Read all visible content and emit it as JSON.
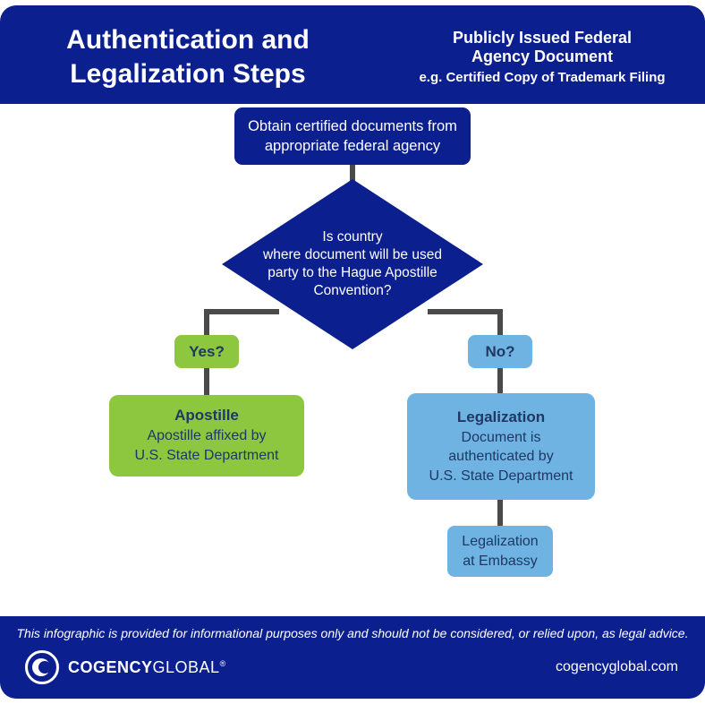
{
  "header": {
    "title_line1": "Authentication and",
    "title_line2": "Legalization Steps",
    "doc_type_line1": "Publicly Issued Federal",
    "doc_type_line2": "Agency Document",
    "doc_type_example": "e.g. Certified Copy of Trademark Filing"
  },
  "flowchart": {
    "start_box": {
      "line1": "Obtain certified documents from",
      "line2": "appropriate federal agency"
    },
    "decision": {
      "line1": "Is country",
      "line2": "where document will be used",
      "line3": "party to the Hague Apostille",
      "line4": "Convention?"
    },
    "yes_label": "Yes?",
    "no_label": "No?",
    "apostille_box": {
      "title": "Apostille",
      "line1": "Apostille affixed by",
      "line2": "U.S. State Department"
    },
    "legalization_box": {
      "title": "Legalization",
      "line1": "Document is",
      "line2": "authenticated by",
      "line3": "U.S. State Department"
    },
    "embassy_box": {
      "line1": "Legalization",
      "line2": "at Embassy"
    }
  },
  "footer": {
    "disclaimer": "This infographic is provided for informational purposes only and should not be considered, or relied upon, as legal advice.",
    "brand_bold": "COGENCY",
    "brand_light": "GLOBAL",
    "registered_mark": "®",
    "website": "cogencyglobal.com"
  },
  "colors": {
    "navy": "#0c1f8f",
    "green": "#8dc63f",
    "light_blue": "#6fb3e3",
    "connector_gray": "#4a4a4a",
    "box_text_dark": "#1f3864"
  }
}
